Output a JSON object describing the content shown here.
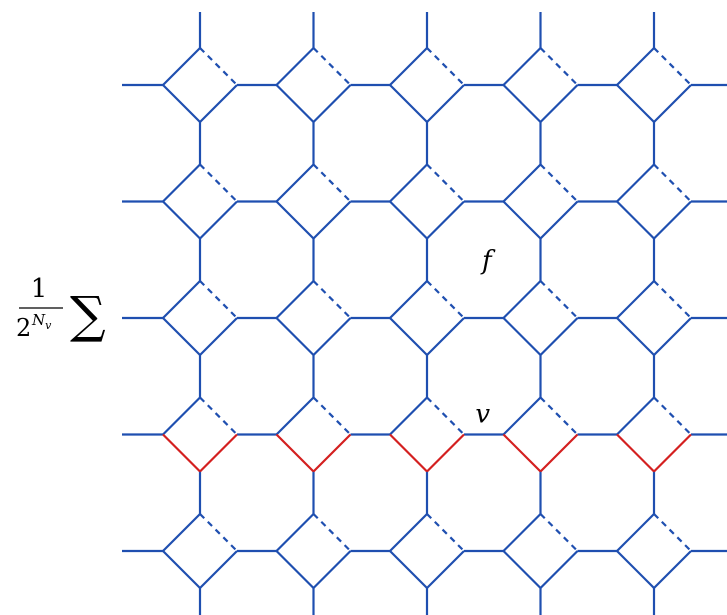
{
  "prefactor": {
    "numerator": "1",
    "base": "2",
    "exponent_main": "N",
    "exponent_sub": "v",
    "sum_symbol": "∑"
  },
  "labels": {
    "face": "f",
    "vertex": "v"
  },
  "lattice": {
    "columns": 5,
    "rows": 5,
    "highlight_row": 3,
    "face_label_cell": {
      "column": 3,
      "row": 2
    },
    "vertex_label_cell": {
      "column": 3,
      "row": 3
    }
  },
  "colors": {
    "lattice": "#1f4fb0",
    "highlight": "#d42020",
    "cut_line": "#000000",
    "text": "#000000"
  }
}
